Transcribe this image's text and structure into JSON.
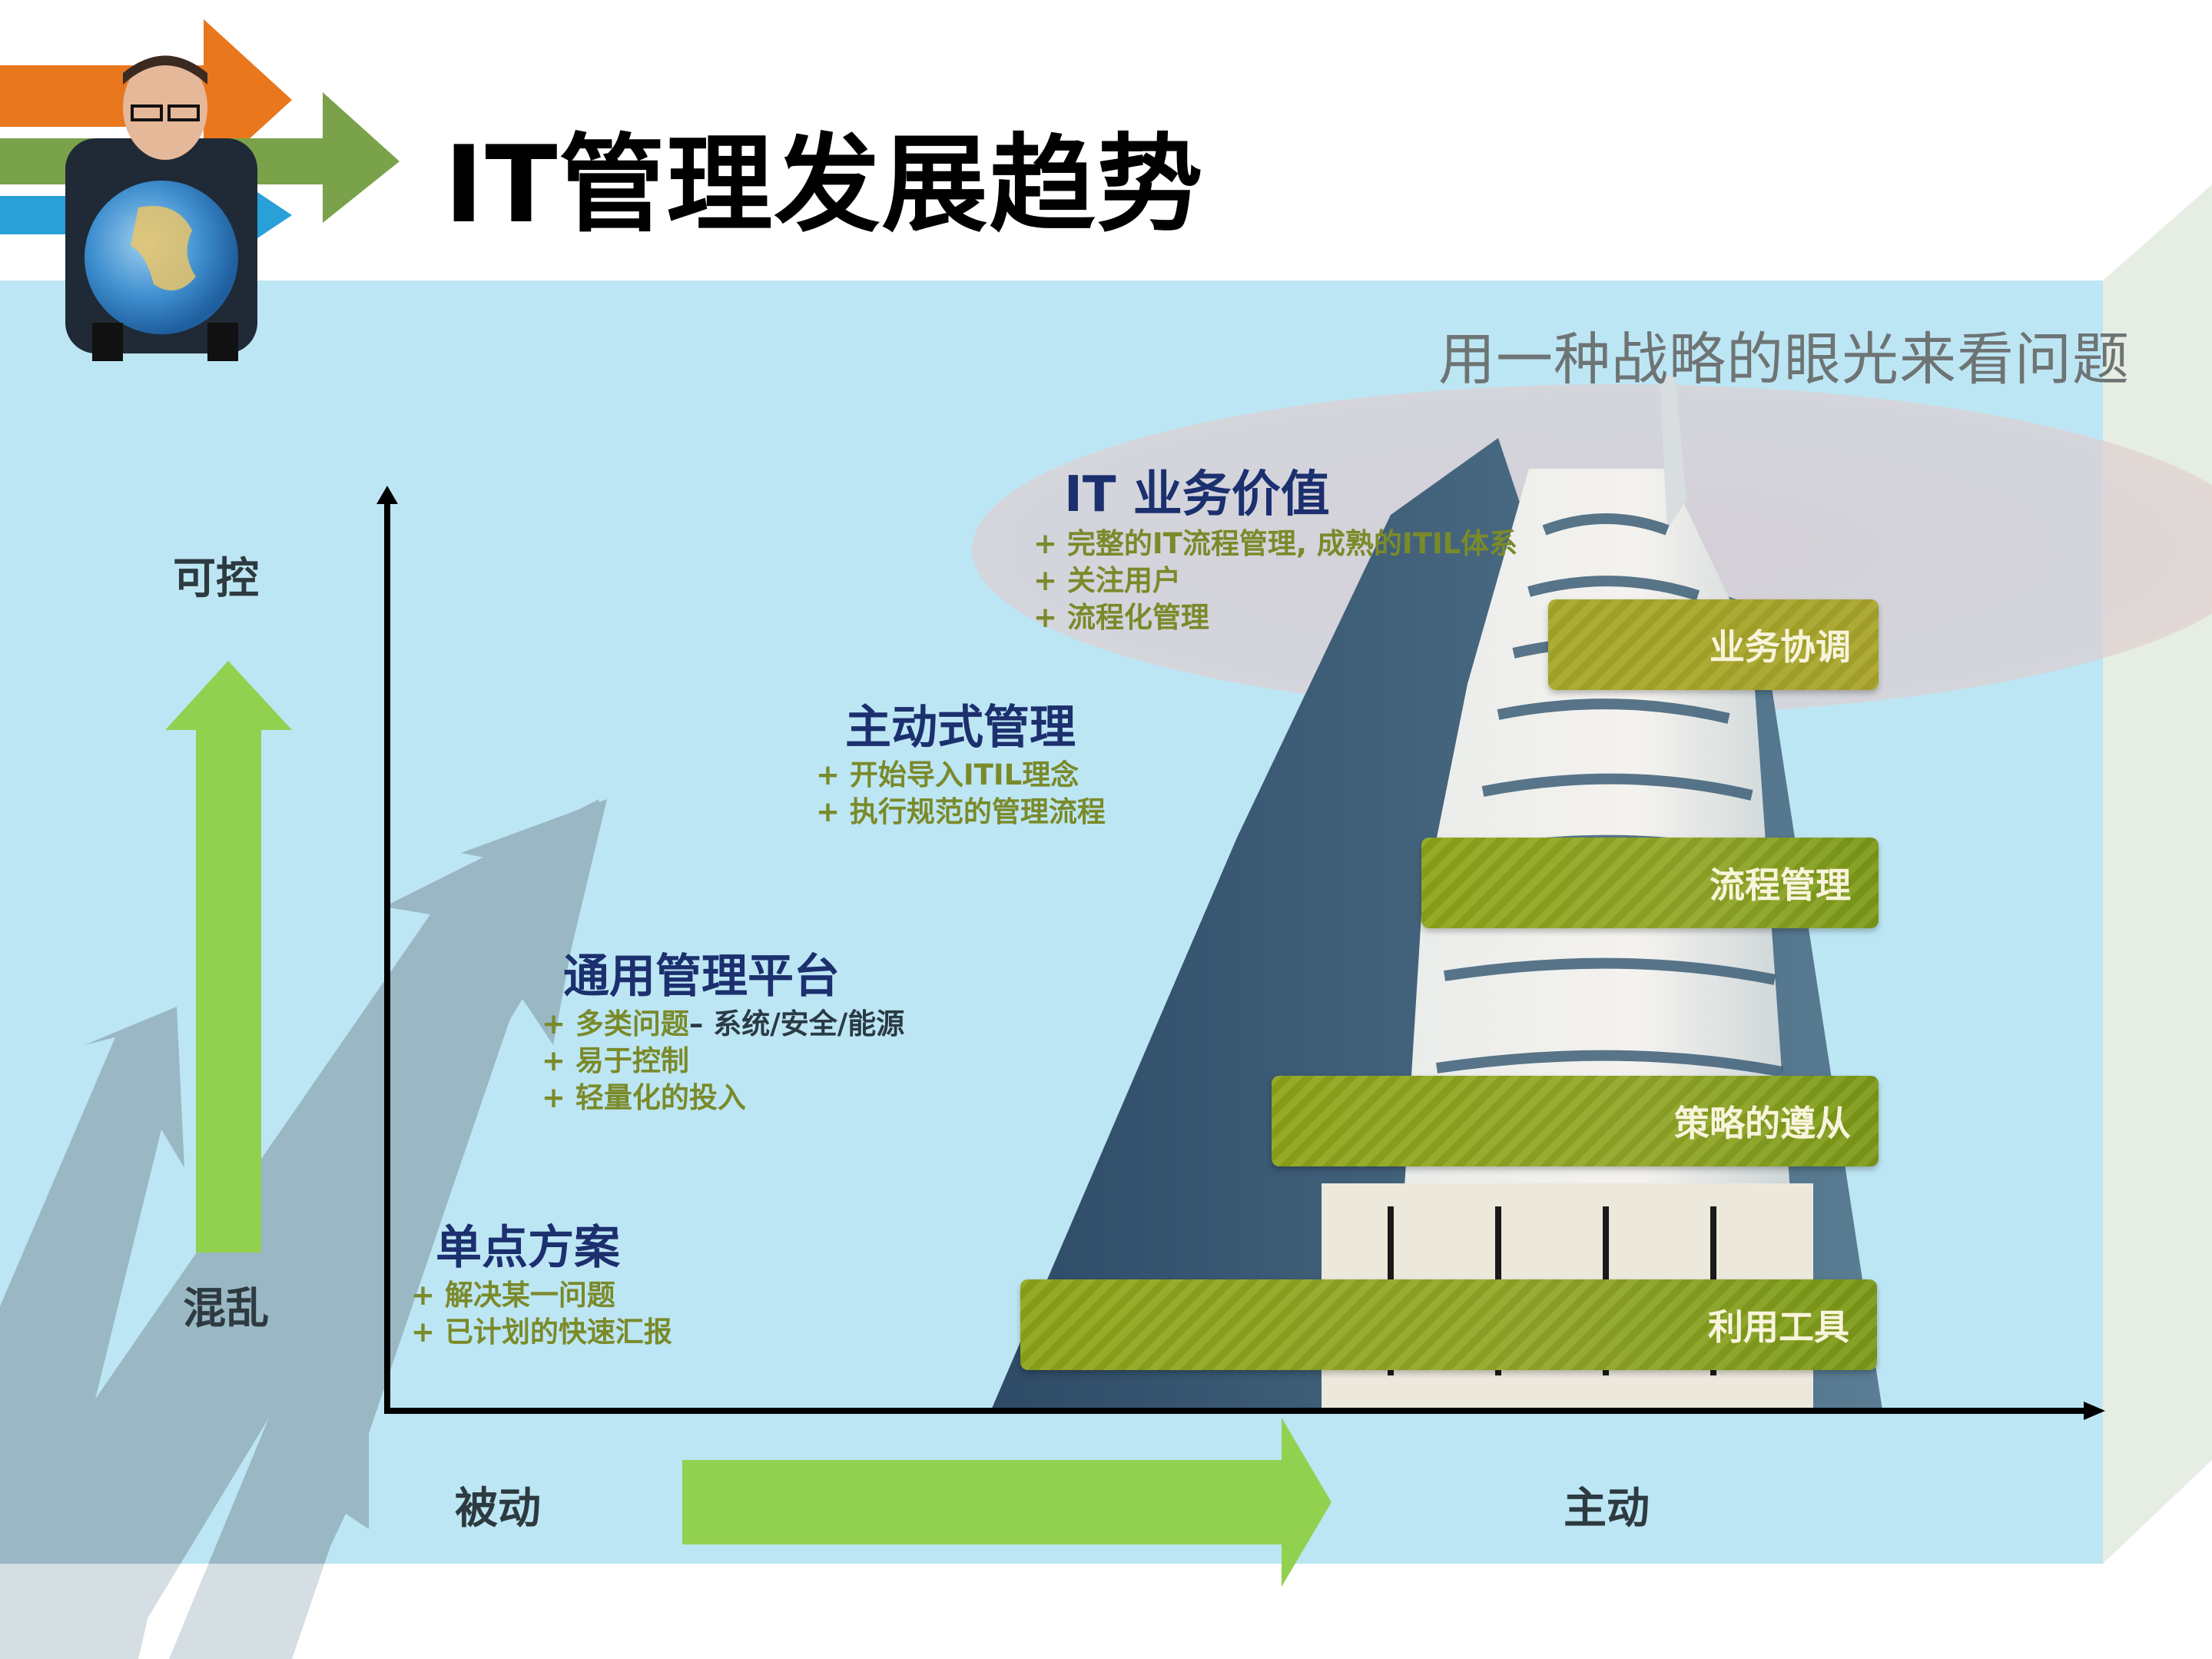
{
  "slide": {
    "title": "IT管理发展趋势",
    "subtitle": "用一种战略的眼光来看问题",
    "colors": {
      "background_blue": "#bde6f4",
      "accent_green": "#92d050",
      "bar_green": "#8ea61a",
      "title_navy": "#1c2f6e",
      "bullet_olive": "#7a8a2a",
      "orange_arrow": "#e8771e",
      "side_panel": "#e6ede2"
    }
  },
  "axes": {
    "y_top_label": "可控",
    "y_bottom_label": "混乱",
    "x_left_label": "被动",
    "x_right_label": "主动"
  },
  "stages": [
    {
      "title": "单点方案",
      "bullets": [
        "+ 解决某一问题",
        "+ 已计划的快速汇报"
      ]
    },
    {
      "title": "通用管理平台",
      "bullets": [
        "+ 多类问题",
        "+ 易于控制",
        "+ 轻量化的投入"
      ],
      "bullet_suffix": "– 系统/安全/能源"
    },
    {
      "title": "主动式管理",
      "bullets": [
        "+ 开始导入ITIL理念",
        "+ 执行规范的管理流程"
      ]
    },
    {
      "title": "IT 业务价值",
      "bullets": [
        "+ 完整的IT流程管理, 成熟的ITIL体系",
        "+ 关注用户",
        "+ 流程化管理"
      ]
    }
  ],
  "levels": [
    {
      "label": "业务协调"
    },
    {
      "label": "流程管理"
    },
    {
      "label": "策略的遵从"
    },
    {
      "label": "利用工具"
    }
  ],
  "icons": {
    "person_globe": "person-holding-globe-photo",
    "building": "skyscraper-photo",
    "header_arrows": [
      "orange-arrow",
      "green-arrow",
      "blue-arrow"
    ]
  }
}
